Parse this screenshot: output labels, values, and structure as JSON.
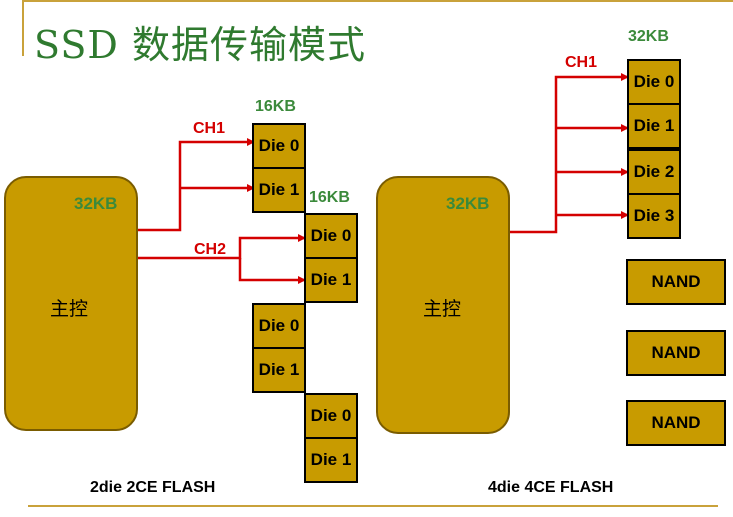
{
  "title": "SSD 数据传输模式",
  "colors": {
    "title": "#2f7a2f",
    "accent": "#c9a23b",
    "block": "#c89b00",
    "channel": "#d40000",
    "size": "#3b8a3b"
  },
  "left": {
    "controller_label": "主控",
    "controller_size": "32KB",
    "ch1_label": "CH1",
    "ch2_label": "CH2",
    "group1_size": "16KB",
    "group2_size": "16KB",
    "dies": [
      "Die 0",
      "Die 1",
      "Die 0",
      "Die 1",
      "Die 0",
      "Die 1",
      "Die 0",
      "Die 1"
    ],
    "caption": "2die 2CE FLASH"
  },
  "right": {
    "controller_label": "主控",
    "controller_size": "32KB",
    "ch1_label": "CH1",
    "group_size": "32KB",
    "dies": [
      "Die 0",
      "Die 1",
      "Die 2",
      "Die 3"
    ],
    "nand": [
      "NAND",
      "NAND",
      "NAND"
    ],
    "caption": "4die 4CE FLASH"
  }
}
